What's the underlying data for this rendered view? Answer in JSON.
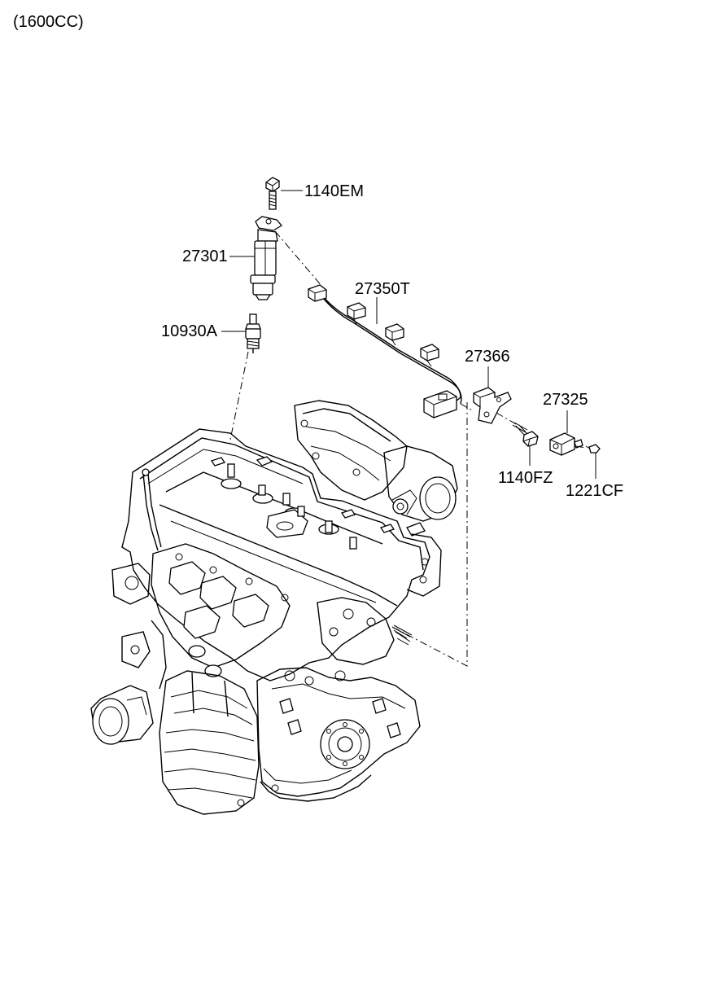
{
  "header": {
    "variant": "(1600CC)"
  },
  "parts": [
    {
      "id": "p1140em",
      "label": "1140EM"
    },
    {
      "id": "p27301",
      "label": "27301"
    },
    {
      "id": "p10930a",
      "label": "10930A"
    },
    {
      "id": "p27350t",
      "label": "27350T"
    },
    {
      "id": "p27366",
      "label": "27366"
    },
    {
      "id": "p27325",
      "label": "27325"
    },
    {
      "id": "p1140fz",
      "label": "1140FZ"
    },
    {
      "id": "p1221cf",
      "label": "1221CF"
    }
  ]
}
